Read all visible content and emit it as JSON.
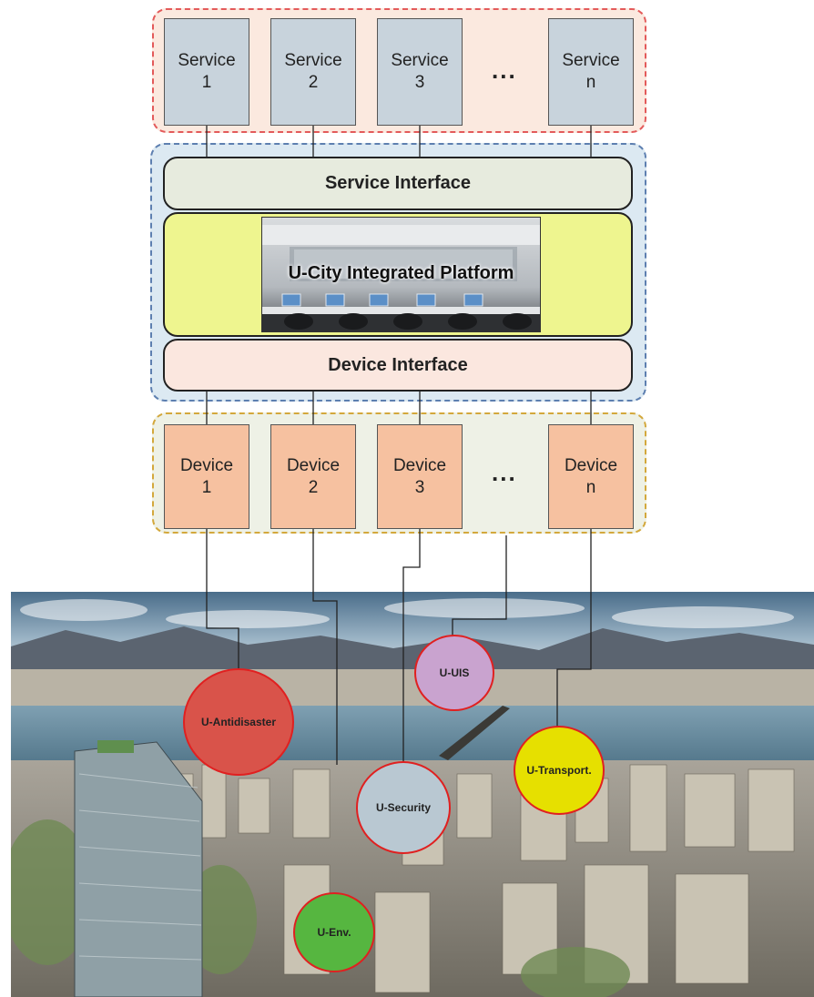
{
  "services": [
    {
      "label": "Service\n1"
    },
    {
      "label": "Service\n2"
    },
    {
      "label": "Service\n3"
    },
    {
      "label": "Service\nn"
    }
  ],
  "services_ellipsis": "...",
  "service_interface": "Service Interface",
  "platform_title": "U-City Integrated Platform",
  "device_interface": "Device Interface",
  "devices": [
    {
      "label": "Device\n1"
    },
    {
      "label": "Device\n2"
    },
    {
      "label": "Device\n3"
    },
    {
      "label": "Device\nn"
    }
  ],
  "devices_ellipsis": "...",
  "city_services": [
    {
      "label": "U-Antidisaster",
      "color": "#d9534a"
    },
    {
      "label": "U-UIS",
      "color": "#c9a3cf"
    },
    {
      "label": "U-Transport.",
      "color": "#e6e000"
    },
    {
      "label": "U-Security",
      "color": "#b9c8d2"
    },
    {
      "label": "U-Env.",
      "color": "#56b640"
    }
  ],
  "colors": {
    "services_panel": "#fbe9df",
    "platform_panel": "#dce9f2",
    "devices_panel": "#eef1e6",
    "service_box": "#c8d3dc",
    "device_box": "#f6c1a0",
    "platform_core": "#eef58f"
  }
}
